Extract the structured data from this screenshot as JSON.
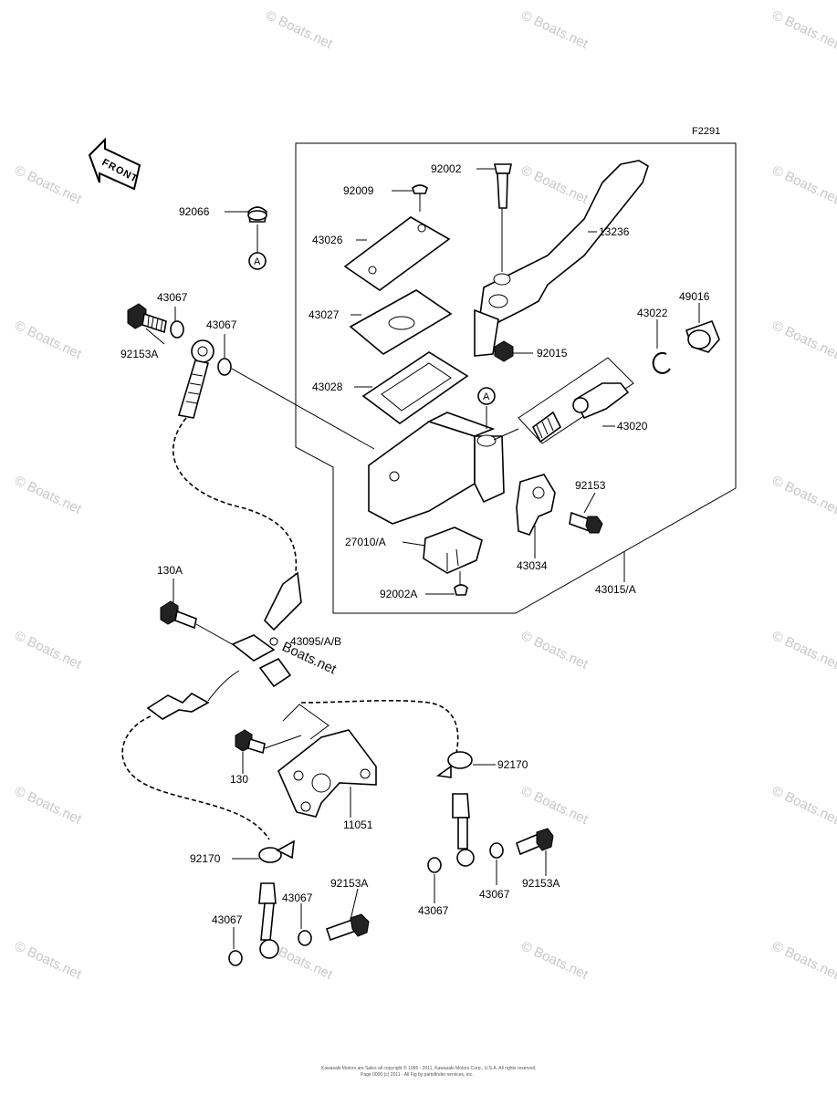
{
  "diagram": {
    "ref_code": "F2291",
    "front_label": "FRONT",
    "callout_letter": "A",
    "watermark": "© Boats.net",
    "big_watermark": "Boats.net",
    "footer_line1": "Kawasaki Motors are Sales all copyright © 1995 - 2011, Kawasaki Motors Corp., U.S.A. All rights reserved.",
    "footer_line2": "Page 0000 (c) 2011 - All Fig by partsfinder services, inc.",
    "labels": {
      "p92066": "92066",
      "p43067a": "43067",
      "p43067b": "43067",
      "p92153a_top": "92153A",
      "p130a": "130A",
      "p43095": "43095/A/B",
      "p130": "130",
      "p11051": "11051",
      "p92170_left": "92170",
      "p92170_right": "92170",
      "p92153a_bl": "92153A",
      "p43067_bl1": "43067",
      "p43067_bl2": "43067",
      "p43067_br1": "43067",
      "p43067_br2": "43067",
      "p92153a_br": "92153A",
      "p92009": "92009",
      "p92002": "92002",
      "p43026": "43026",
      "p13236": "13236",
      "p43027": "43027",
      "p49016": "49016",
      "p43022": "43022",
      "p92015": "92015",
      "p43028": "43028",
      "p43020": "43020",
      "p92153": "92153",
      "p27010": "27010/A",
      "p43034": "43034",
      "p92002a": "92002A",
      "p43015": "43015/A"
    }
  }
}
